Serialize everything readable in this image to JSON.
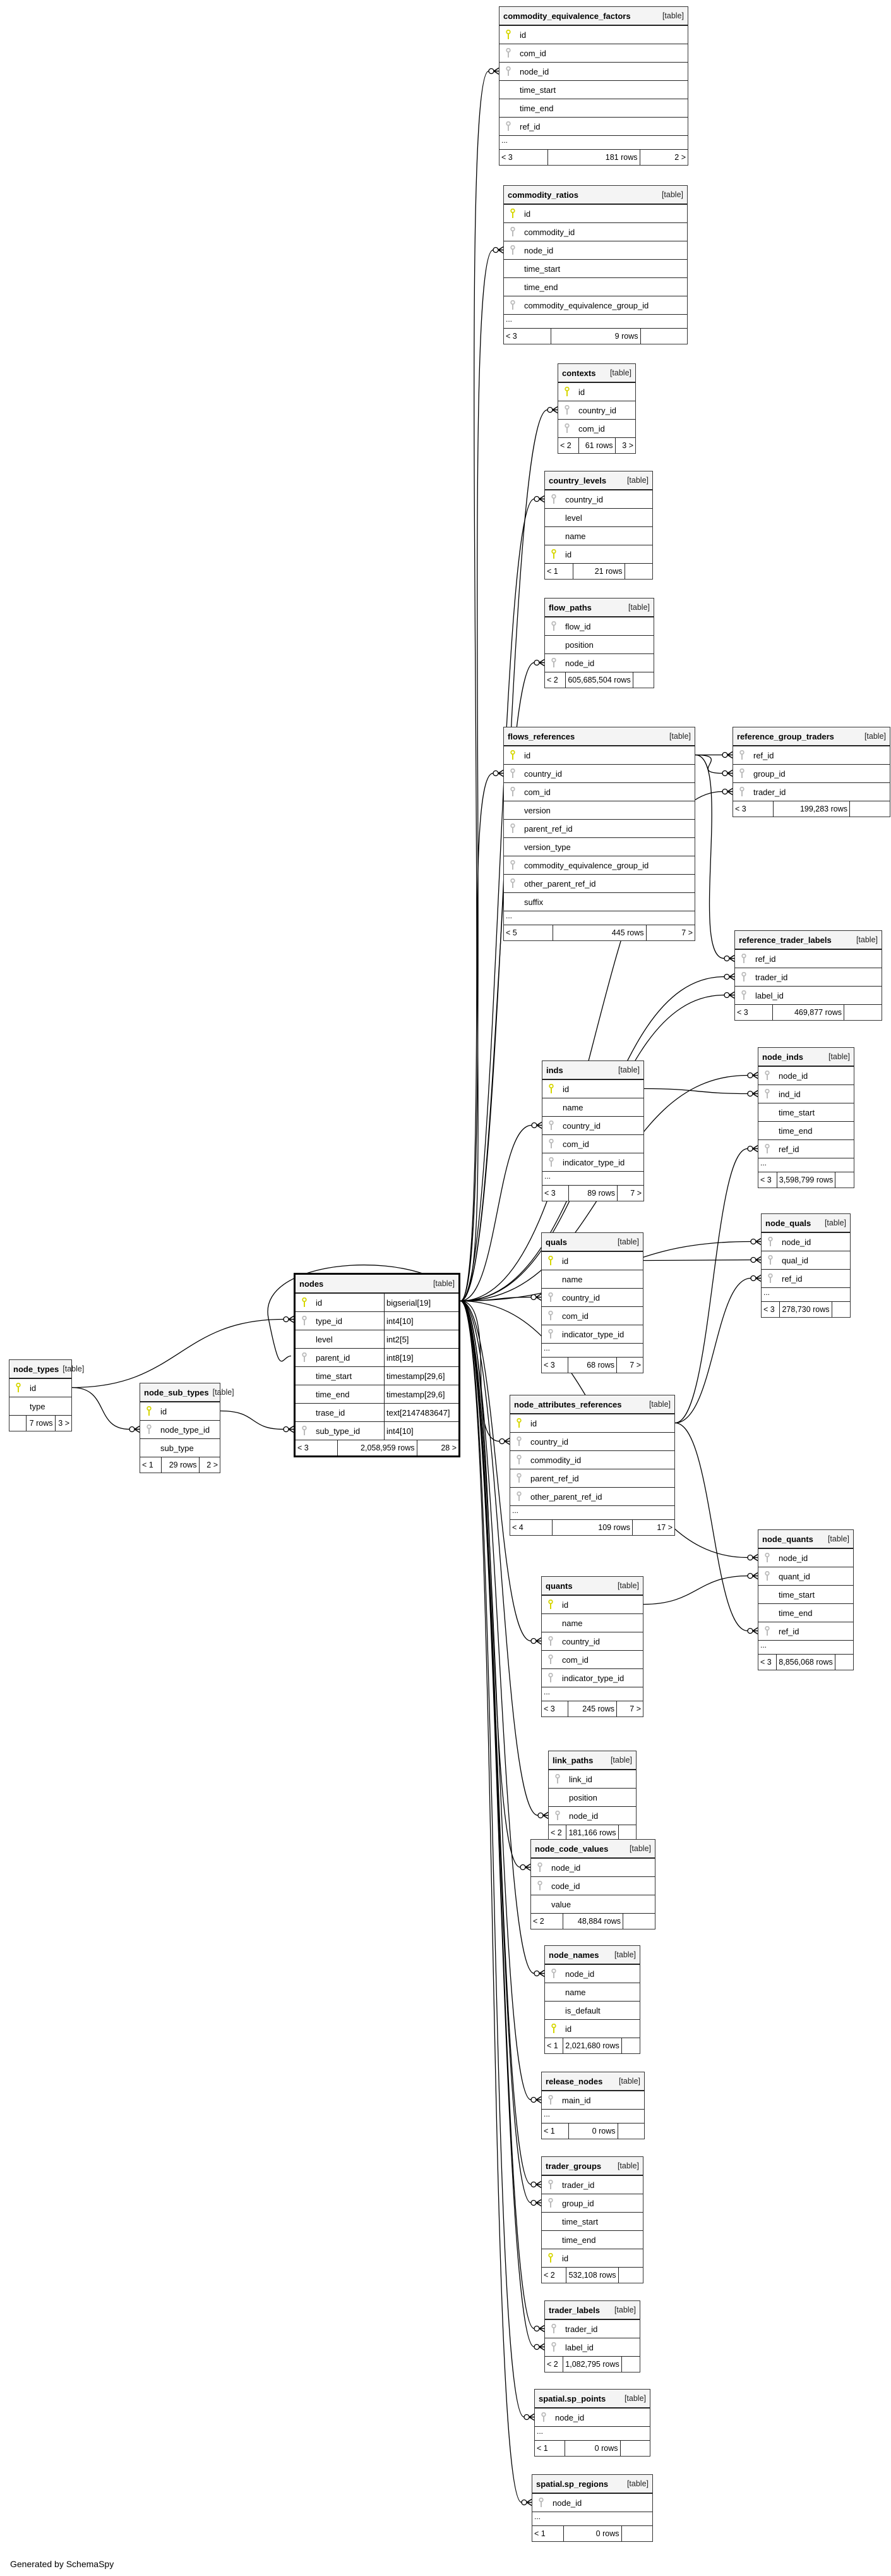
{
  "table_tag": "[table]",
  "more_marker": "...",
  "credit": "Generated by SchemaSpy",
  "colors": {
    "pk_key": "#d6d600",
    "fk_key": "#bbbbbb"
  },
  "tables": {
    "commodity_equivalence_factors": {
      "name": "commodity_equivalence_factors",
      "rows": [
        {
          "label": "id",
          "key": "pk"
        },
        {
          "label": "com_id",
          "key": "fk"
        },
        {
          "label": "node_id",
          "key": "fk"
        },
        {
          "label": "time_start",
          "key": ""
        },
        {
          "label": "time_end",
          "key": ""
        },
        {
          "label": "ref_id",
          "key": "fk"
        }
      ],
      "more": true,
      "footer": [
        "< 3",
        "181 rows",
        "2 >"
      ]
    },
    "commodity_ratios": {
      "name": "commodity_ratios",
      "rows": [
        {
          "label": "id",
          "key": "pk"
        },
        {
          "label": "commodity_id",
          "key": "fk"
        },
        {
          "label": "node_id",
          "key": "fk"
        },
        {
          "label": "time_start",
          "key": ""
        },
        {
          "label": "time_end",
          "key": ""
        },
        {
          "label": "commodity_equivalence_group_id",
          "key": "fk"
        }
      ],
      "more": true,
      "footer": [
        "< 3",
        "9 rows",
        ""
      ]
    },
    "contexts": {
      "name": "contexts",
      "rows": [
        {
          "label": "id",
          "key": "pk"
        },
        {
          "label": "country_id",
          "key": "fk"
        },
        {
          "label": "com_id",
          "key": "fk"
        }
      ],
      "more": false,
      "footer": [
        "< 2",
        "61 rows",
        "3 >"
      ]
    },
    "country_levels": {
      "name": "country_levels",
      "rows": [
        {
          "label": "country_id",
          "key": "fk"
        },
        {
          "label": "level",
          "key": ""
        },
        {
          "label": "name",
          "key": ""
        },
        {
          "label": "id",
          "key": "pk"
        }
      ],
      "more": false,
      "footer": [
        "< 1",
        "21 rows",
        ""
      ]
    },
    "flow_paths": {
      "name": "flow_paths",
      "rows": [
        {
          "label": "flow_id",
          "key": "fk"
        },
        {
          "label": "position",
          "key": ""
        },
        {
          "label": "node_id",
          "key": "fk"
        }
      ],
      "more": false,
      "footer": [
        "< 2",
        "605,685,504 rows",
        ""
      ]
    },
    "flows_references": {
      "name": "flows_references",
      "rows": [
        {
          "label": "id",
          "key": "pk"
        },
        {
          "label": "country_id",
          "key": "fk"
        },
        {
          "label": "com_id",
          "key": "fk"
        },
        {
          "label": "version",
          "key": ""
        },
        {
          "label": "parent_ref_id",
          "key": "fk"
        },
        {
          "label": "version_type",
          "key": ""
        },
        {
          "label": "commodity_equivalence_group_id",
          "key": "fk"
        },
        {
          "label": "other_parent_ref_id",
          "key": "fk"
        },
        {
          "label": "suffix",
          "key": ""
        }
      ],
      "more": true,
      "footer": [
        "< 5",
        "445 rows",
        "7 >"
      ]
    },
    "reference_group_traders": {
      "name": "reference_group_traders",
      "rows": [
        {
          "label": "ref_id",
          "key": "fk"
        },
        {
          "label": "group_id",
          "key": "fk"
        },
        {
          "label": "trader_id",
          "key": "fk"
        }
      ],
      "more": false,
      "footer": [
        "< 3",
        "199,283 rows",
        ""
      ]
    },
    "reference_trader_labels": {
      "name": "reference_trader_labels",
      "rows": [
        {
          "label": "ref_id",
          "key": "fk"
        },
        {
          "label": "trader_id",
          "key": "fk"
        },
        {
          "label": "label_id",
          "key": "fk"
        }
      ],
      "more": false,
      "footer": [
        "< 3",
        "469,877 rows",
        ""
      ]
    },
    "node_inds": {
      "name": "node_inds",
      "rows": [
        {
          "label": "node_id",
          "key": "fk"
        },
        {
          "label": "ind_id",
          "key": "fk"
        },
        {
          "label": "time_start",
          "key": ""
        },
        {
          "label": "time_end",
          "key": ""
        },
        {
          "label": "ref_id",
          "key": "fk"
        }
      ],
      "more": true,
      "footer": [
        "< 3",
        "3,598,799 rows",
        ""
      ]
    },
    "inds": {
      "name": "inds",
      "rows": [
        {
          "label": "id",
          "key": "pk"
        },
        {
          "label": "name",
          "key": ""
        },
        {
          "label": "country_id",
          "key": "fk"
        },
        {
          "label": "com_id",
          "key": "fk"
        },
        {
          "label": "indicator_type_id",
          "key": "fk"
        }
      ],
      "more": true,
      "footer": [
        "< 3",
        "89 rows",
        "7 >"
      ]
    },
    "node_quals": {
      "name": "node_quals",
      "rows": [
        {
          "label": "node_id",
          "key": "fk"
        },
        {
          "label": "qual_id",
          "key": "fk"
        },
        {
          "label": "ref_id",
          "key": "fk"
        }
      ],
      "more": true,
      "footer": [
        "< 3",
        "278,730 rows",
        ""
      ]
    },
    "quals": {
      "name": "quals",
      "rows": [
        {
          "label": "id",
          "key": "pk"
        },
        {
          "label": "name",
          "key": ""
        },
        {
          "label": "country_id",
          "key": "fk"
        },
        {
          "label": "com_id",
          "key": "fk"
        },
        {
          "label": "indicator_type_id",
          "key": "fk"
        }
      ],
      "more": true,
      "footer": [
        "< 3",
        "68 rows",
        "7 >"
      ]
    },
    "node_attributes_references": {
      "name": "node_attributes_references",
      "rows": [
        {
          "label": "id",
          "key": "pk"
        },
        {
          "label": "country_id",
          "key": "fk"
        },
        {
          "label": "commodity_id",
          "key": "fk"
        },
        {
          "label": "parent_ref_id",
          "key": "fk"
        },
        {
          "label": "other_parent_ref_id",
          "key": "fk"
        }
      ],
      "more": true,
      "footer": [
        "< 4",
        "109 rows",
        "17 >"
      ]
    },
    "node_quants": {
      "name": "node_quants",
      "rows": [
        {
          "label": "node_id",
          "key": "fk"
        },
        {
          "label": "quant_id",
          "key": "fk"
        },
        {
          "label": "time_start",
          "key": ""
        },
        {
          "label": "time_end",
          "key": ""
        },
        {
          "label": "ref_id",
          "key": "fk"
        }
      ],
      "more": true,
      "footer": [
        "< 3",
        "8,856,068 rows",
        ""
      ]
    },
    "quants": {
      "name": "quants",
      "rows": [
        {
          "label": "id",
          "key": "pk"
        },
        {
          "label": "name",
          "key": ""
        },
        {
          "label": "country_id",
          "key": "fk"
        },
        {
          "label": "com_id",
          "key": "fk"
        },
        {
          "label": "indicator_type_id",
          "key": "fk"
        }
      ],
      "more": true,
      "footer": [
        "< 3",
        "245 rows",
        "7 >"
      ]
    },
    "link_paths": {
      "name": "link_paths",
      "rows": [
        {
          "label": "link_id",
          "key": "fk"
        },
        {
          "label": "position",
          "key": ""
        },
        {
          "label": "node_id",
          "key": "fk"
        }
      ],
      "more": false,
      "footer": [
        "< 2",
        "181,166 rows",
        ""
      ]
    },
    "node_code_values": {
      "name": "node_code_values",
      "rows": [
        {
          "label": "node_id",
          "key": "fk"
        },
        {
          "label": "code_id",
          "key": "fk"
        },
        {
          "label": "value",
          "key": ""
        }
      ],
      "more": false,
      "footer": [
        "< 2",
        "48,884 rows",
        ""
      ]
    },
    "node_names": {
      "name": "node_names",
      "rows": [
        {
          "label": "node_id",
          "key": "fk"
        },
        {
          "label": "name",
          "key": ""
        },
        {
          "label": "is_default",
          "key": ""
        },
        {
          "label": "id",
          "key": "pk"
        }
      ],
      "more": false,
      "footer": [
        "< 1",
        "2,021,680 rows",
        ""
      ]
    },
    "release_nodes": {
      "name": "release_nodes",
      "rows": [
        {
          "label": "main_id",
          "key": "fk"
        }
      ],
      "more": true,
      "footer": [
        "< 1",
        "0 rows",
        ""
      ]
    },
    "trader_groups": {
      "name": "trader_groups",
      "rows": [
        {
          "label": "trader_id",
          "key": "fk"
        },
        {
          "label": "group_id",
          "key": "fk"
        },
        {
          "label": "time_start",
          "key": ""
        },
        {
          "label": "time_end",
          "key": ""
        },
        {
          "label": "id",
          "key": "pk"
        }
      ],
      "more": false,
      "footer": [
        "< 2",
        "532,108 rows",
        ""
      ]
    },
    "trader_labels": {
      "name": "trader_labels",
      "rows": [
        {
          "label": "trader_id",
          "key": "fk"
        },
        {
          "label": "label_id",
          "key": "fk"
        }
      ],
      "more": false,
      "footer": [
        "< 2",
        "1,082,795 rows",
        ""
      ]
    },
    "sp_points": {
      "name": "spatial.sp_points",
      "rows": [
        {
          "label": "node_id",
          "key": "fk"
        }
      ],
      "more": true,
      "footer": [
        "< 1",
        "0 rows",
        ""
      ]
    },
    "sp_regions": {
      "name": "spatial.sp_regions",
      "rows": [
        {
          "label": "node_id",
          "key": "fk"
        }
      ],
      "more": true,
      "footer": [
        "< 1",
        "0 rows",
        ""
      ]
    },
    "nodes": {
      "name": "nodes",
      "rows": [
        {
          "label": "id",
          "key": "pk",
          "type": "bigserial[19]"
        },
        {
          "label": "type_id",
          "key": "fk",
          "type": "int4[10]"
        },
        {
          "label": "level",
          "key": "",
          "type": "int2[5]"
        },
        {
          "label": "parent_id",
          "key": "fk",
          "type": "int8[19]"
        },
        {
          "label": "time_start",
          "key": "",
          "type": "timestamp[29,6]"
        },
        {
          "label": "time_end",
          "key": "",
          "type": "timestamp[29,6]"
        },
        {
          "label": "trase_id",
          "key": "",
          "type": "text[2147483647]"
        },
        {
          "label": "sub_type_id",
          "key": "fk",
          "type": "int4[10]"
        }
      ],
      "more": false,
      "footer": [
        "< 3",
        "2,058,959 rows",
        "28 >"
      ]
    },
    "node_types": {
      "name": "node_types",
      "rows": [
        {
          "label": "id",
          "key": "pk"
        },
        {
          "label": "type",
          "key": ""
        }
      ],
      "more": false,
      "footer": [
        "",
        "7 rows",
        "3 >"
      ]
    },
    "node_sub_types": {
      "name": "node_sub_types",
      "rows": [
        {
          "label": "id",
          "key": "pk"
        },
        {
          "label": "node_type_id",
          "key": "fk"
        },
        {
          "label": "sub_type",
          "key": ""
        }
      ],
      "more": false,
      "footer": [
        "< 1",
        "29 rows",
        "2 >"
      ]
    }
  }
}
